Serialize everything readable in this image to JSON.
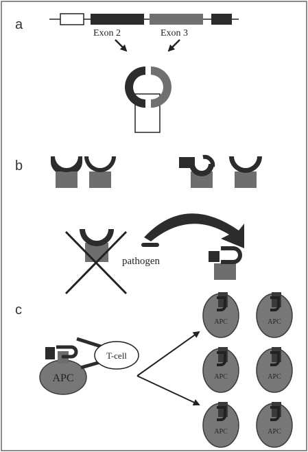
{
  "panels": {
    "a": {
      "letter": "a",
      "exon2_label": "Exon 2",
      "exon3_label": "Exon 3"
    },
    "b": {
      "letter": "b",
      "pathogen_label": "pathogen"
    },
    "c": {
      "letter": "c",
      "apc_label": "APC",
      "tcell_label": "T-cell",
      "small_apc_label": "APC"
    }
  },
  "colors": {
    "dark": "#2c2c2c",
    "mid": "#6e6e6e",
    "cell_fill": "#7a7a7a",
    "border": "#555555"
  }
}
